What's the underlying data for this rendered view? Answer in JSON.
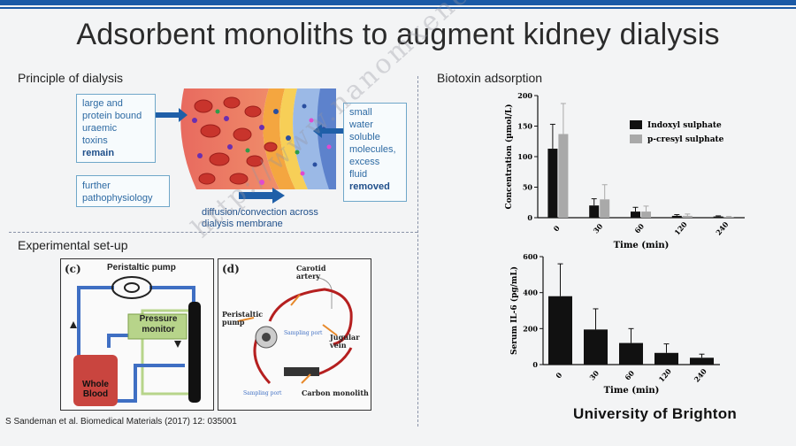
{
  "title": "Adsorbent monoliths to augment kidney dialysis",
  "principle": {
    "heading": "Principle of dialysis",
    "left_box_lines": [
      "large and",
      "protein bound",
      "uraemic",
      "toxins"
    ],
    "left_box_bold": "remain",
    "further_lines": [
      "further",
      "pathophysiology"
    ],
    "right_box_lines": [
      "small",
      "water",
      "soluble",
      "molecules,",
      "excess",
      "fluid"
    ],
    "right_box_bold": "removed",
    "membrane_caption_lines": [
      "diffusion/convection across",
      "dialysis membrane"
    ]
  },
  "experimental": {
    "heading": "Experimental set-up",
    "panel_c": {
      "letter": "(c)",
      "pump_label": "Peristaltic pump",
      "pressure_label_lines": [
        "Pressure",
        "monitor"
      ],
      "blood_label_lines": [
        "Whole",
        "Blood"
      ]
    },
    "panel_d": {
      "letter": "(d)",
      "carotid_lines": [
        "Carotid",
        "artery"
      ],
      "pump_lines": [
        "Peristaltic",
        "pump"
      ],
      "jugular_lines": [
        "Jugular",
        "vein"
      ],
      "sampling_port": "Sampling port",
      "carbon_monolith": "Carbon monolith"
    }
  },
  "biotoxin": {
    "heading": "Biotoxin adsorption"
  },
  "chart_data": [
    {
      "type": "bar",
      "categories": [
        "0",
        "30",
        "60",
        "120",
        "240"
      ],
      "series": [
        {
          "name": "Indoxyl sulphate",
          "color": "#111111",
          "values": [
            113,
            20,
            10,
            3,
            2
          ],
          "errors": [
            40,
            11,
            7,
            2,
            1
          ]
        },
        {
          "name": "p-cresyl sulphate",
          "color": "#a9a9a9",
          "values": [
            137,
            30,
            10,
            3,
            1
          ],
          "errors": [
            50,
            24,
            9,
            3,
            1
          ]
        }
      ],
      "xlabel": "Time (min)",
      "ylabel": "Concentration (µmol/L)",
      "ylim": [
        0,
        200
      ],
      "yticks": [
        "0",
        "50",
        "100",
        "150",
        "200"
      ],
      "legend": "top-right"
    },
    {
      "type": "bar",
      "categories": [
        "0",
        "30",
        "60",
        "120",
        "240"
      ],
      "series": [
        {
          "color": "#111111",
          "values": [
            380,
            195,
            120,
            65,
            38
          ],
          "errors": [
            180,
            115,
            80,
            50,
            20
          ]
        }
      ],
      "xlabel": "Time (min)",
      "ylabel": "Serum IL-6 (pg/mL)",
      "ylim": [
        0,
        600
      ],
      "yticks": [
        "0",
        "200",
        "400",
        "600"
      ]
    }
  ],
  "footer": {
    "citation": "S Sandeman et al. Biomedical Materials (2017) 12: 035001",
    "university": "University of Brighton"
  },
  "watermark": "http://www.nanomxenes.com",
  "colors": {
    "accent": "#1b5aa6",
    "box_text": "#2d6aa3",
    "arrow": "#1f5fa8"
  }
}
